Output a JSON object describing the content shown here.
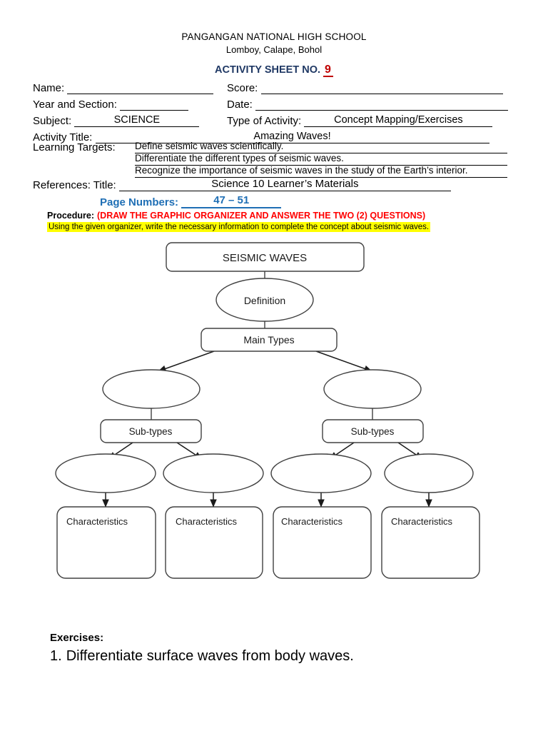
{
  "header": {
    "school_name": "PANGANGAN NATIONAL HIGH SCHOOL",
    "address": "Lomboy, Calape, Bohol",
    "activity_sheet_label": "ACTIVITY SHEET NO.",
    "activity_sheet_number": "9"
  },
  "form": {
    "name_label": "Name:",
    "name_value": "",
    "score_label": "Score:",
    "score_value": "",
    "year_section_label": "Year and Section:",
    "year_section_value": "",
    "date_label": "Date:",
    "date_value": "",
    "subject_label": "Subject:",
    "subject_value": "SCIENCE",
    "type_activity_label": "Type of Activity:",
    "type_activity_value": "Concept Mapping/Exercises",
    "activity_title_label": "Activity Title:",
    "activity_title_value": "Amazing Waves!",
    "learning_targets_label": "Learning Targets:",
    "learning_targets": [
      "Define seismic waves scientifically.",
      "Differentiate the different types of seismic waves.",
      "Recognize the importance of seismic waves in the study of the Earth’s interior."
    ],
    "references_label": "References: Title:",
    "references_value": "Science 10 Learner’s Materials",
    "page_numbers_label": "Page Numbers:",
    "page_numbers_value": "47 – 51",
    "procedure_label": "Procedure:",
    "procedure_caps": "(DRAW THE GRAPHIC ORGANIZER AND ANSWER THE TWO (2) QUESTIONS)",
    "procedure_note": "Using the given organizer, write the necessary information to complete the concept about seismic waves."
  },
  "diagram": {
    "root_label": "SEISMIC WAVES",
    "definition_label": "Definition",
    "main_types_label": "Main Types",
    "type_ellipses": [
      "",
      ""
    ],
    "subtypes_labels": [
      "Sub-types",
      "Sub-types"
    ],
    "subtype_ellipses": [
      "",
      "",
      "",
      ""
    ],
    "characteristics_labels": [
      "Characteristics",
      "Characteristics",
      "Characteristics",
      "Characteristics"
    ]
  },
  "exercises": {
    "title": "Exercises:",
    "items": [
      {
        "number": "1.",
        "text": "Differentiate surface waves from body waves."
      }
    ]
  },
  "colors": {
    "activity_sheet": "#1F3864",
    "activity_number": "#C00000",
    "page_numbers": "#1F6FB5",
    "procedure_caps": "#FF0000",
    "highlight": "#FFFF00",
    "shape_stroke": "#404040"
  }
}
